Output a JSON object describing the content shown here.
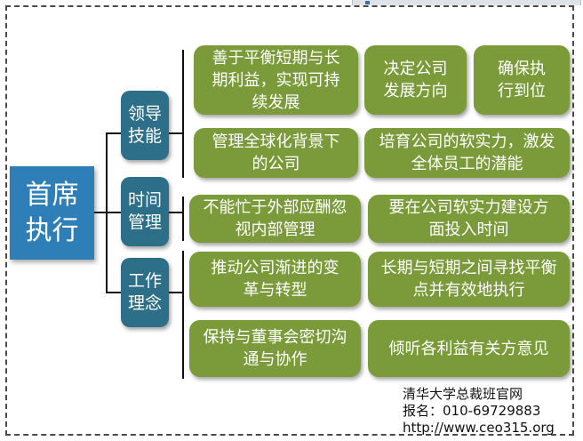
{
  "root": {
    "label": "首席执行"
  },
  "branches": [
    {
      "label": "领导技能",
      "items": [
        "善于平衡短期与长期利益，实现可持续发展",
        "决定公司发展方向",
        "确保执行到位",
        "管理全球化背景下的公司",
        "培育公司的软实力，激发全体员工的潜能"
      ]
    },
    {
      "label": "时间管理",
      "items": [
        "不能忙于外部应酬忽视内部管理",
        "要在公司软实力建设方面投入时间"
      ]
    },
    {
      "label": "工作理念",
      "items": [
        "推动公司渐进的变革与转型",
        "长期与短期之间寻找平衡点并有效地执行",
        "保持与董事会密切沟通与协作",
        "倾听各利益有关方意见"
      ]
    }
  ],
  "watermark": {
    "line1": "清华大学总裁班官网",
    "line2": "报名：010-69729883",
    "line3": "http://www.ceo315.org"
  },
  "colors": {
    "root": "#2e7fb8",
    "category": "#2d6e88",
    "leaf": "#7b9a3a",
    "connector": "#111111"
  }
}
